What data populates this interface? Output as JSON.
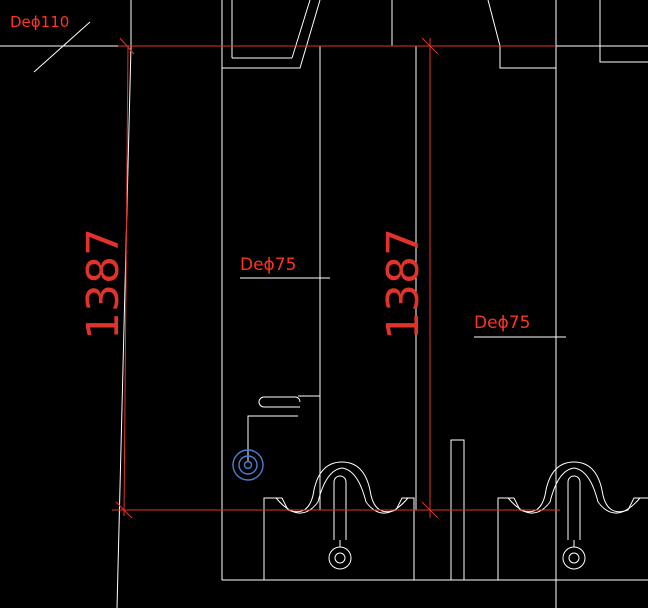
{
  "pipe_labels": {
    "main": "Deϕ110",
    "branch_left": "Deϕ75",
    "branch_right": "Deϕ75"
  },
  "dimensions": {
    "left": "1387",
    "right": "1387"
  },
  "colors": {
    "background": "#000000",
    "linework": "#ffffff",
    "annotation": "#e0332a",
    "drain": "#4a7fd0"
  }
}
